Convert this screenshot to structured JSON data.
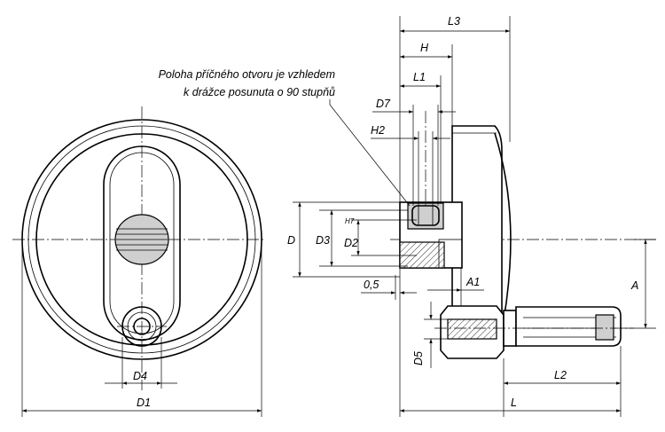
{
  "note": {
    "line1": "Poloha příčného otvoru je vzhledem",
    "line2": "k drážce posunuta o 90 stupňů"
  },
  "labels": {
    "D1": "D1",
    "D4": "D4",
    "D": "D",
    "D3": "D3",
    "D2": "D2",
    "D2_tolerance": "H7",
    "D7": "D7",
    "H2": "H2",
    "L3": "L3",
    "H": "H",
    "L1": "L1",
    "A1": "A1",
    "A": "A",
    "gap": "0,5",
    "D5": "D5",
    "L2": "L2",
    "L": "L"
  }
}
